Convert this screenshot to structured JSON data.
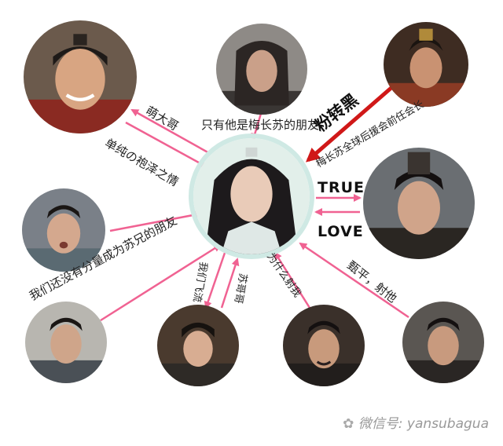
{
  "relations": {
    "top_center": "只有他是梅长苏的朋友",
    "top_left_1": "萌大哥",
    "top_left_2": "单纯の袍泽之情",
    "top_right_1": "粉转黑",
    "top_right_2": "梅长苏全球后援会前任会长",
    "right_1": "TRUE",
    "right_2": "LOVE",
    "left_mid": "我们还没有分量成为苏兄的朋友",
    "bottom_1": "我们飞流",
    "bottom_2": "苏哥哥",
    "bottom_3": "为什么射我",
    "bottom_right": "甄平，射他"
  },
  "watermark": "微信号: yansubagua",
  "colors": {
    "arrow_pink": "#f06292",
    "arrow_red": "#d01818",
    "center_ring": "#cfe9e4"
  }
}
